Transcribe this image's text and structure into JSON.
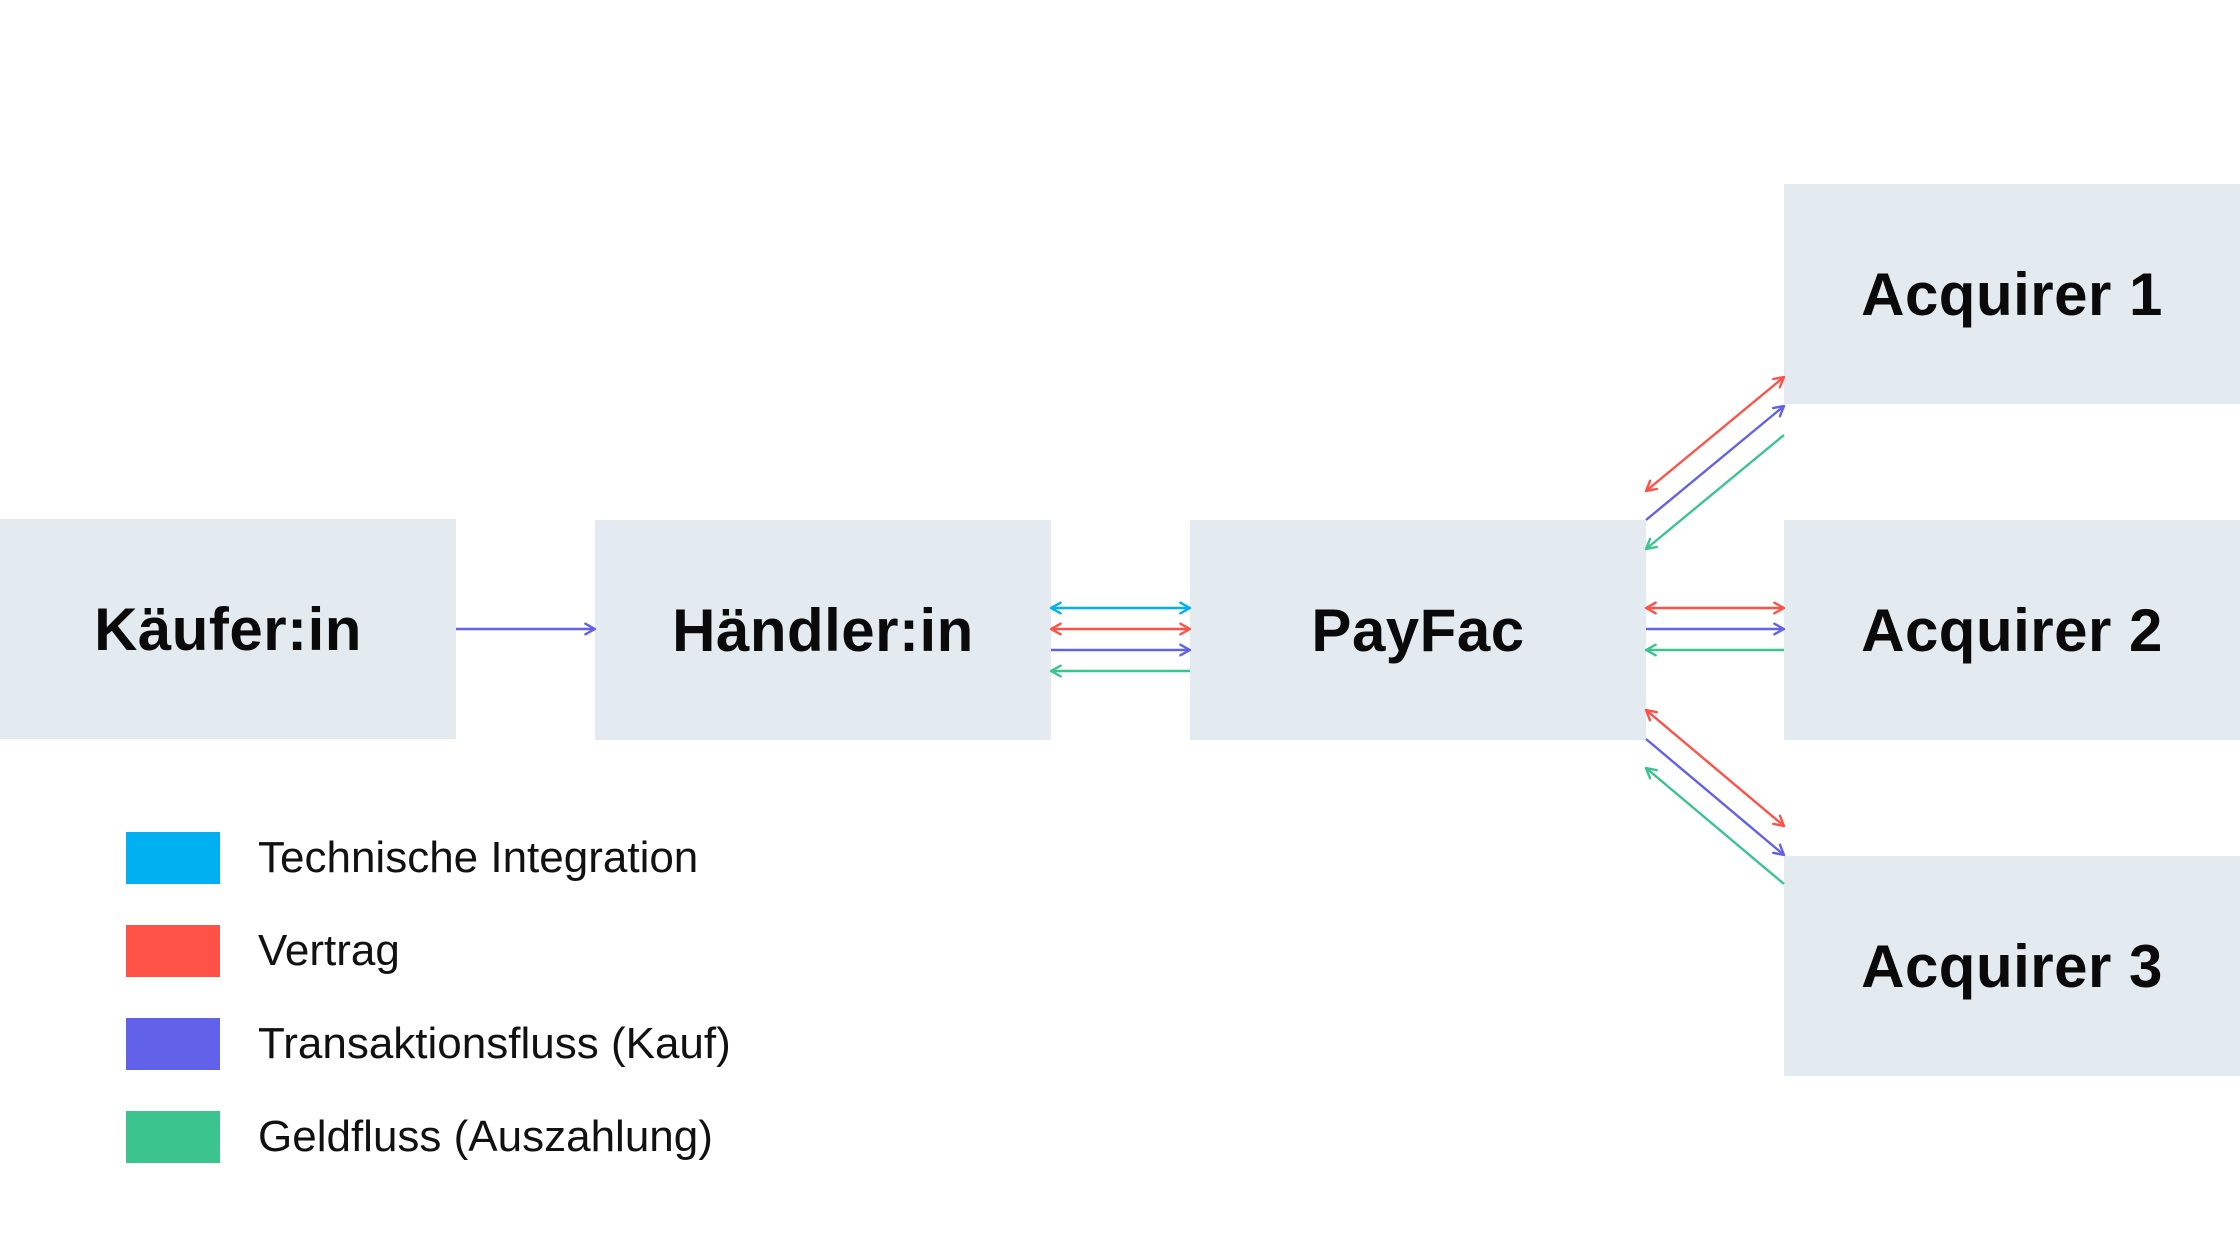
{
  "colors": {
    "node_fill": "#e4ebf0",
    "technical": "#00b0f0",
    "contract": "#ff5247",
    "transaction": "#6161ea",
    "money": "#3cc48e"
  },
  "nodes": {
    "buyer": "Käufer:in",
    "merchant": "Händler:in",
    "payfac": "PayFac",
    "acquirer1": "Acquirer 1",
    "acquirer2": "Acquirer 2",
    "acquirer3": "Acquirer 3"
  },
  "legend": [
    {
      "label": "Technische Integration",
      "color": "#00b0f0",
      "icon": "color-swatch"
    },
    {
      "label": "Vertrag",
      "color": "#ff5247",
      "icon": "color-swatch"
    },
    {
      "label": "Transaktionsfluss (Kauf)",
      "color": "#6161ea",
      "icon": "color-swatch"
    },
    {
      "label": "Geldfluss (Auszahlung)",
      "color": "#3cc48e",
      "icon": "color-swatch"
    }
  ],
  "edges": [
    {
      "from": "buyer",
      "to": "merchant",
      "flows": [
        {
          "type": "transaction",
          "direction": "forward"
        }
      ]
    },
    {
      "from": "merchant",
      "to": "payfac",
      "flows": [
        {
          "type": "technical",
          "direction": "both"
        },
        {
          "type": "contract",
          "direction": "both"
        },
        {
          "type": "transaction",
          "direction": "forward"
        },
        {
          "type": "money",
          "direction": "backward"
        }
      ]
    },
    {
      "from": "payfac",
      "to": "acquirer1",
      "flows": [
        {
          "type": "contract",
          "direction": "both"
        },
        {
          "type": "transaction",
          "direction": "forward"
        },
        {
          "type": "money",
          "direction": "backward"
        }
      ]
    },
    {
      "from": "payfac",
      "to": "acquirer2",
      "flows": [
        {
          "type": "contract",
          "direction": "both"
        },
        {
          "type": "transaction",
          "direction": "forward"
        },
        {
          "type": "money",
          "direction": "backward"
        }
      ]
    },
    {
      "from": "payfac",
      "to": "acquirer3",
      "flows": [
        {
          "type": "contract",
          "direction": "both"
        },
        {
          "type": "transaction",
          "direction": "forward"
        },
        {
          "type": "money",
          "direction": "backward"
        }
      ]
    }
  ]
}
